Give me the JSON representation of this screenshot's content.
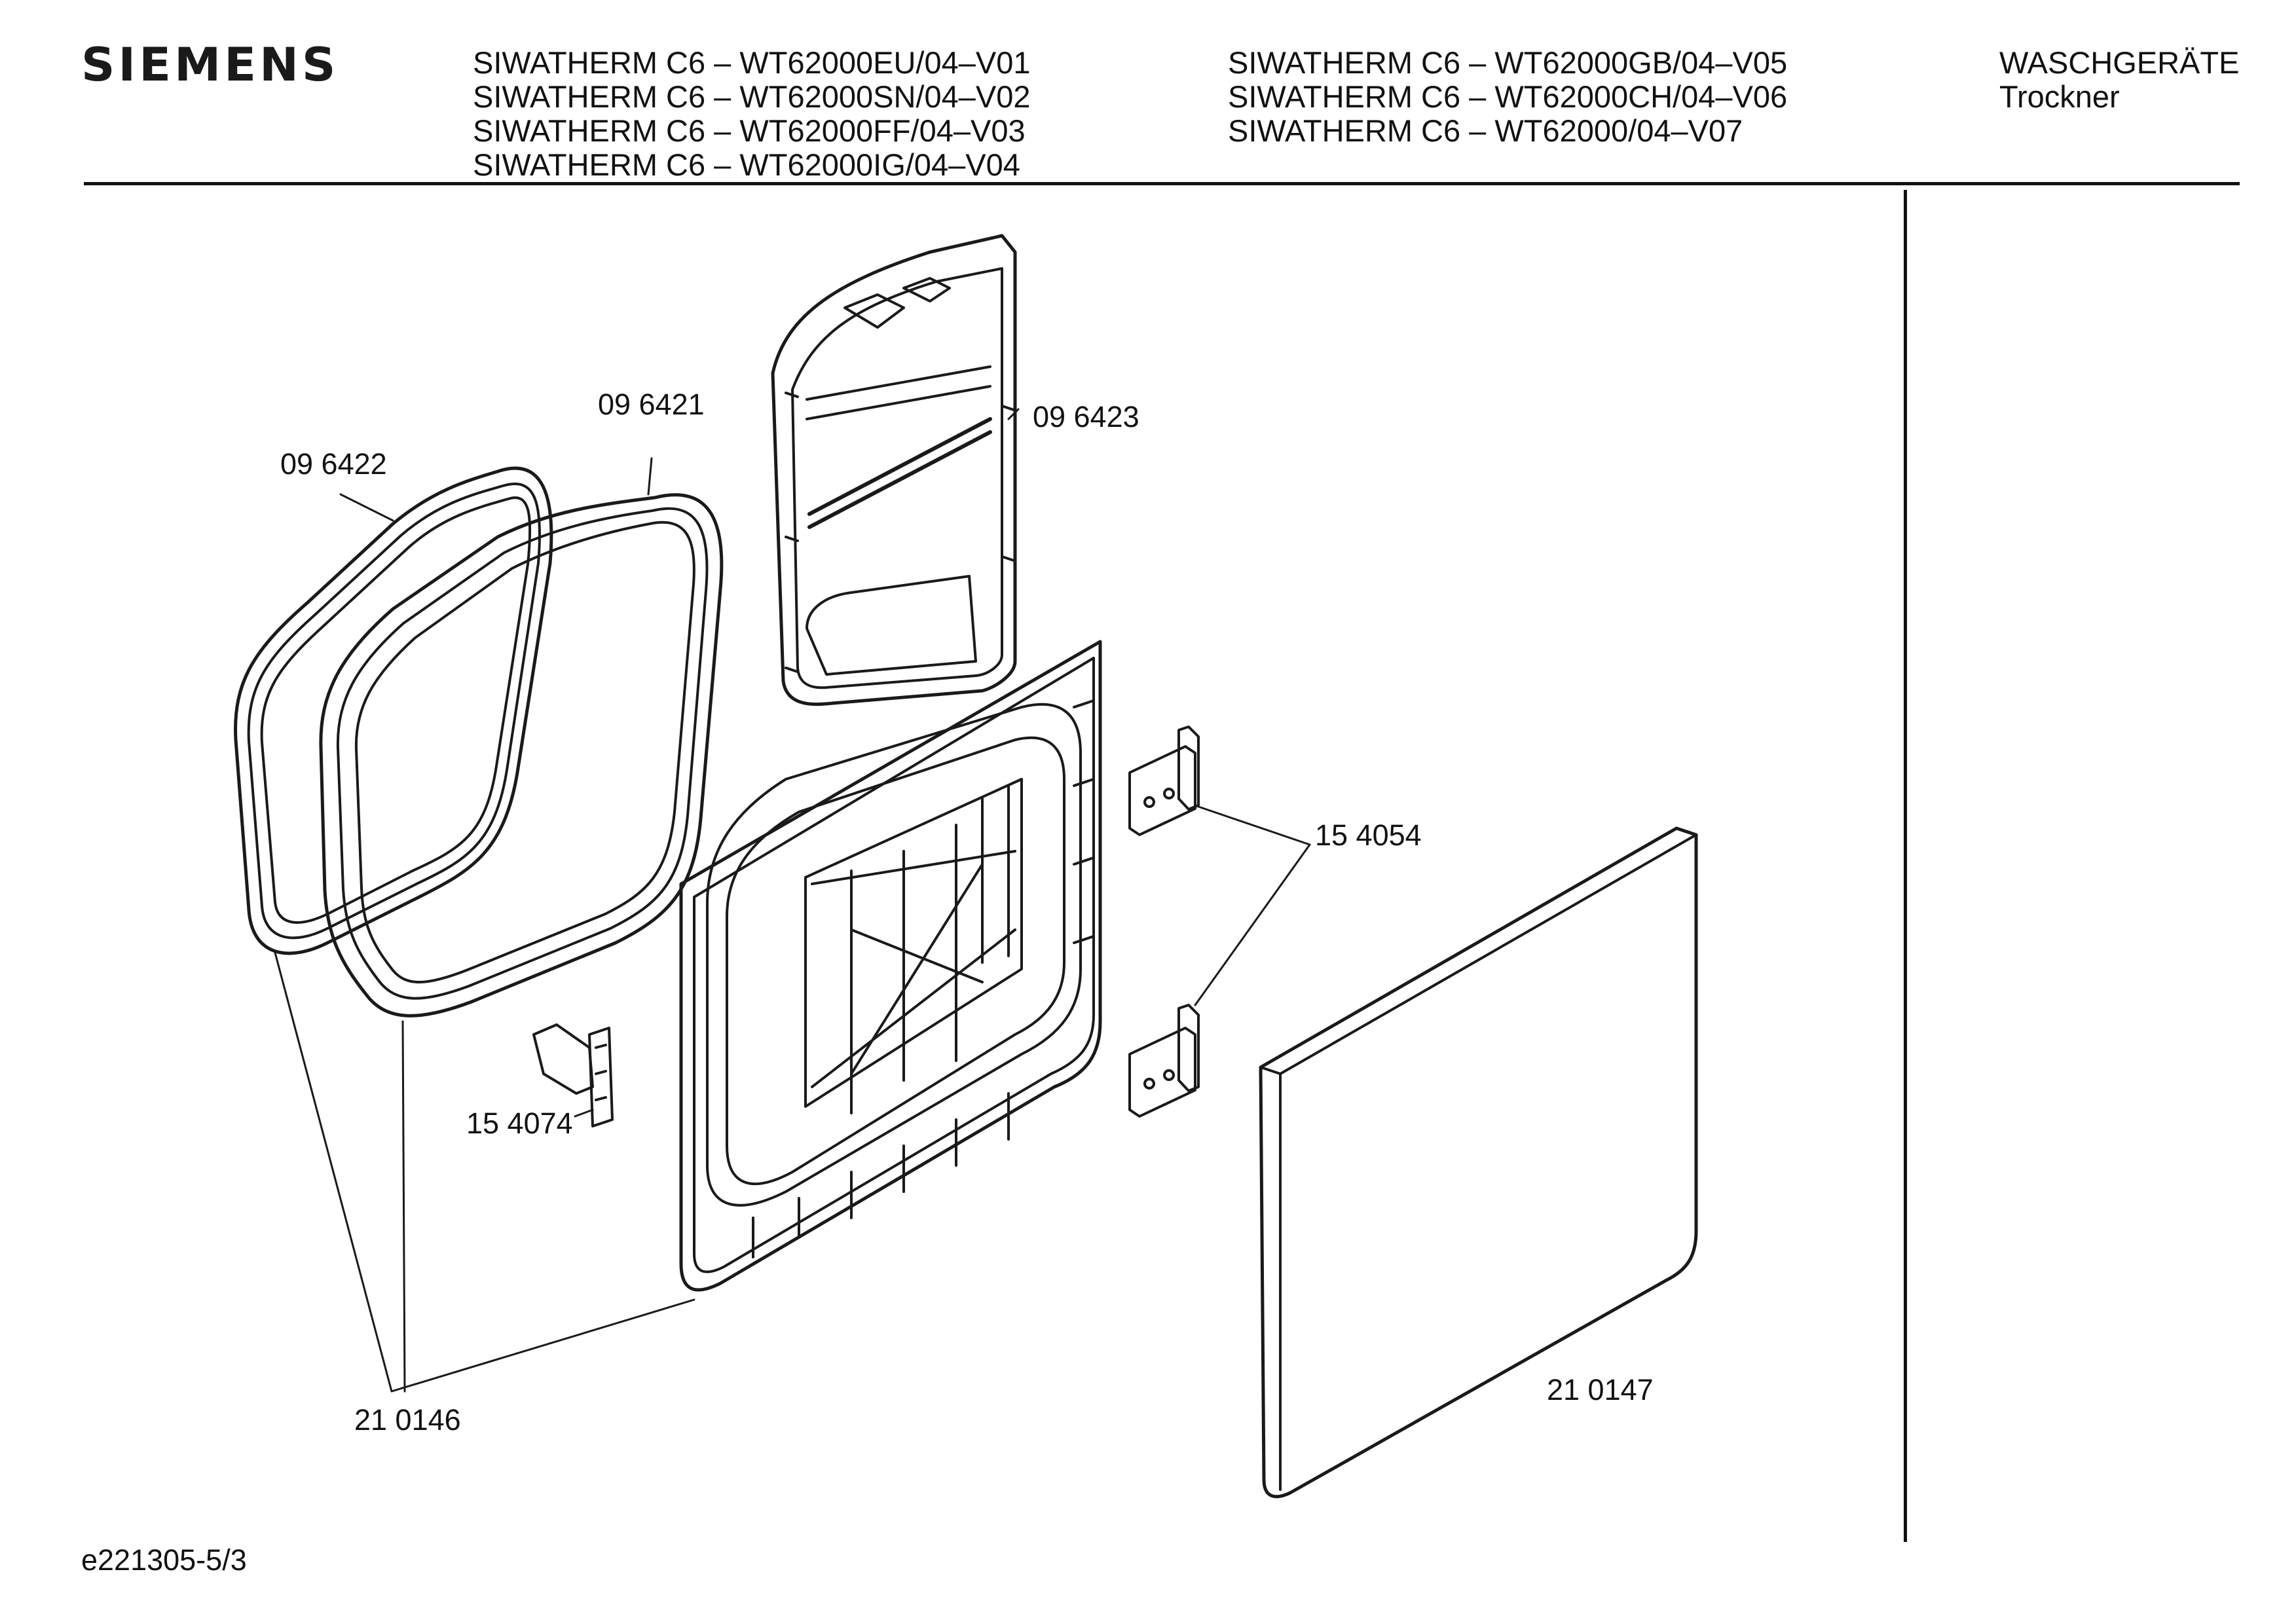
{
  "header": {
    "brand": "SIEMENS",
    "models_left": [
      "SIWATHERM C6 – WT62000EU/04–V01",
      "SIWATHERM C6 – WT62000SN/04–V02",
      "SIWATHERM C6 – WT62000FF/04–V03",
      "SIWATHERM C6 – WT62000IG/04–V04"
    ],
    "models_right": [
      "SIWATHERM C6 – WT62000GB/04–V05",
      "SIWATHERM C6 – WT62000CH/04–V06",
      "SIWATHERM C6 – WT62000/04–V07"
    ],
    "category": [
      "WASCHGERÄTE",
      "Trockner"
    ]
  },
  "parts": {
    "seal_outer": "09 6422",
    "seal_inner": "09 6421",
    "lint_filter": "09 6423",
    "hinge": "15 4054",
    "catch": "15 4074",
    "door_frame": "21 0146",
    "door_panel": "21 0147"
  },
  "footer": {
    "reference": "e221305-5/3"
  }
}
